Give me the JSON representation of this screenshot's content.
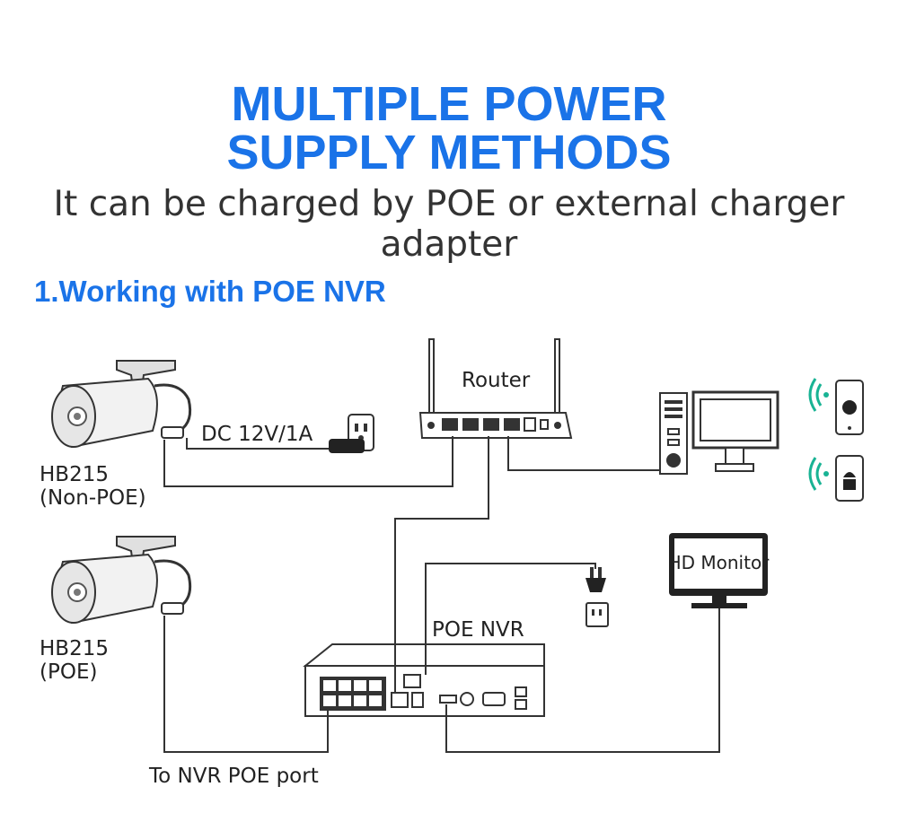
{
  "header": {
    "title_line1": "MULTIPLE POWER",
    "title_line2": "SUPPLY METHODS",
    "subtitle": "It can be charged by POE or external charger adapter"
  },
  "section": {
    "title": "1.Working with POE NVR"
  },
  "diagram": {
    "camera1": {
      "model": "HB215",
      "type": "(Non-POE)"
    },
    "camera2": {
      "model": "HB215",
      "type": "(POE)"
    },
    "dc_label": "DC 12V/1A",
    "router_label": "Router",
    "nvr_label": "POE NVR",
    "monitor_label": "HD Monitor",
    "port_label": "To NVR POE port",
    "colors": {
      "accent": "#1a73e8",
      "wifi": "#19b394",
      "line": "#333333"
    }
  }
}
